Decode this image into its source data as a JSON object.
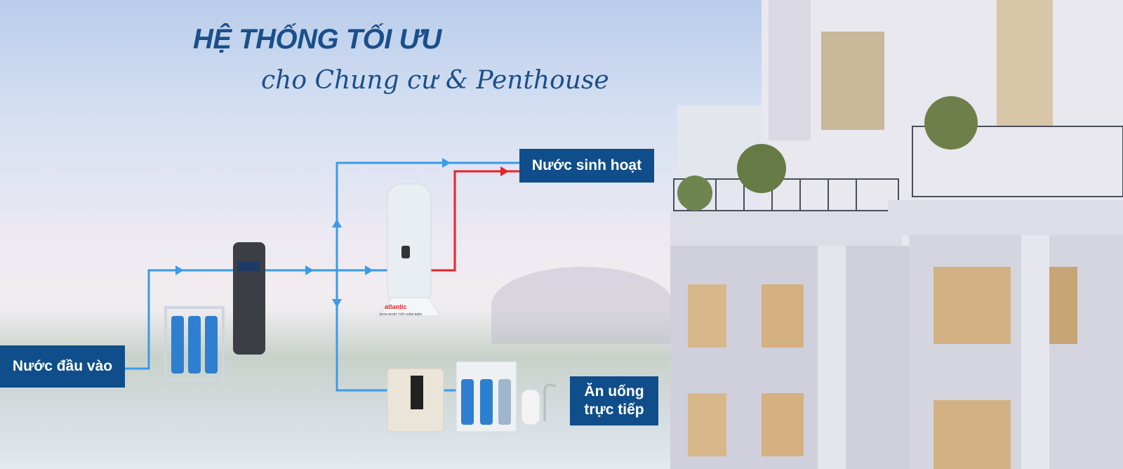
{
  "header": {
    "title": "HỆ THỐNG TỐI ƯU",
    "subtitle": "cho Chung cư & Penthouse"
  },
  "labels": {
    "input": "Nước đầu vào",
    "domestic": "Nước sinh hoạt",
    "drinking_line1": "Ăn uống",
    "drinking_line2": "trực tiếp"
  },
  "heater": {
    "brand": "atlantic",
    "caption": "BƠM NHIỆT TIẾT KIỆM ĐIỆN"
  },
  "colors": {
    "brand_blue": "#0f4e8a",
    "cold_pipe": "#3a9be8",
    "hot_pipe": "#e8222a"
  }
}
